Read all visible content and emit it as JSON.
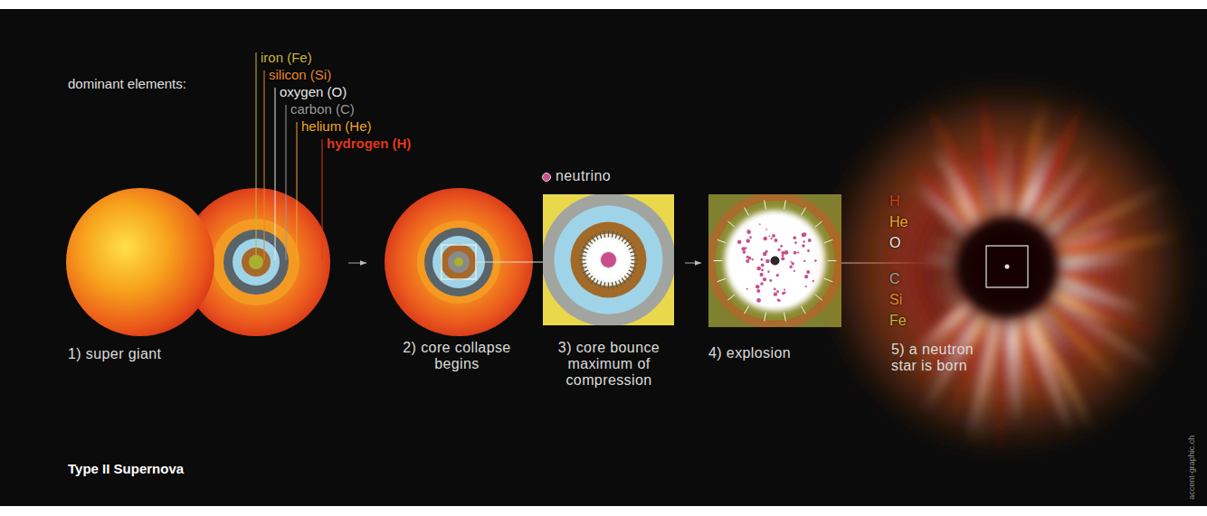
{
  "diagram": {
    "title": "Type II Supernova",
    "nodes": [
      {
        "text": [
          "1) super giant"
        ]
      },
      {
        "text": [
          "2) core collapse begins"
        ]
      },
      {
        "text": [
          "3) core bounce maximum of compression"
        ]
      },
      {
        "text": [
          "4) explosion"
        ]
      },
      {
        "text": [
          "5) a neutron star is born"
        ]
      }
    ],
    "edges": [
      {
        "from": 0,
        "to": 1,
        "arrow": "to"
      },
      {
        "from": 2,
        "to": 3,
        "arrow": "to"
      }
    ],
    "labels": [
      "dominant elements:",
      "iron (Fe)",
      "silicon (Si)",
      "oxygen (O)",
      "carbon (C)",
      "helium (He)",
      "hydrogen (H)",
      "H",
      "He",
      "O",
      "C",
      "Si",
      "Fe",
      "accent-graphic.ch"
    ],
    "legend": [
      {
        "text": "neutrino",
        "color": "#c8508a"
      }
    ]
  }
}
